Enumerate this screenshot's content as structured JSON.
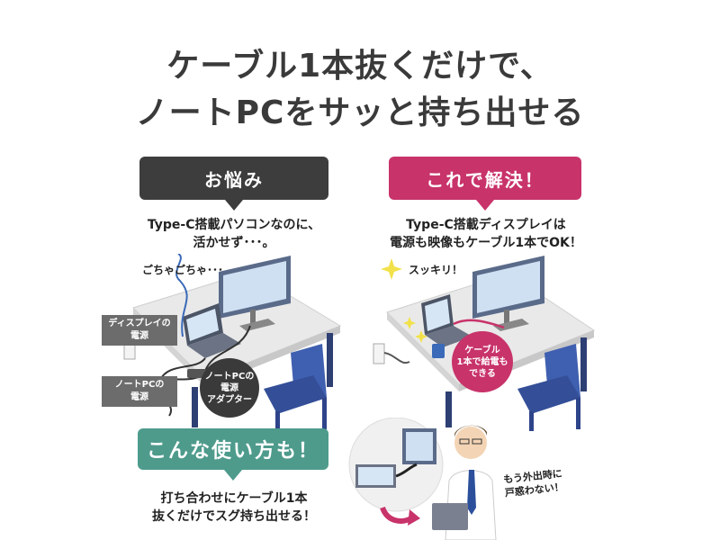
{
  "headline": {
    "line1": "ケーブル1本抜くだけで、",
    "line2": "ノートPCをサッと持ち出せる"
  },
  "problem": {
    "title": "お悩み",
    "caption_line1": "Type-C搭載パソコンなのに、",
    "caption_line2": "活かせず･･･。",
    "mess_text": "ごちゃごちゃ･･･",
    "label_display_power": [
      "ディスプレイの",
      "電源"
    ],
    "label_pc_power": [
      "ノートPCの",
      "電源"
    ],
    "label_adapter": [
      "ノートPCの",
      "電源",
      "アダプター"
    ]
  },
  "solution": {
    "title": "これで解決！",
    "caption_line1": "Type-C搭載ディスプレイは",
    "caption_line2": "電源も映像もケーブル1本でOK！",
    "clean_text": "スッキリ！",
    "cable_note": [
      "ケーブル",
      "1本で給電も",
      "できる"
    ]
  },
  "usage": {
    "title": "こんな使い方も！",
    "caption_line1": "打ち合わせにケーブル1本",
    "caption_line2": "抜くだけでスグ持ち出せる！",
    "person_note": [
      "もう外出時に",
      "戸惑わない！"
    ]
  },
  "colors": {
    "dark_bubble": "#3d3d3d",
    "pink_bubble": "#c8336a",
    "teal_bubble": "#4e9b8c",
    "chair_blue": "#3f5fb0",
    "desk_gray": "#e6e6e6"
  }
}
